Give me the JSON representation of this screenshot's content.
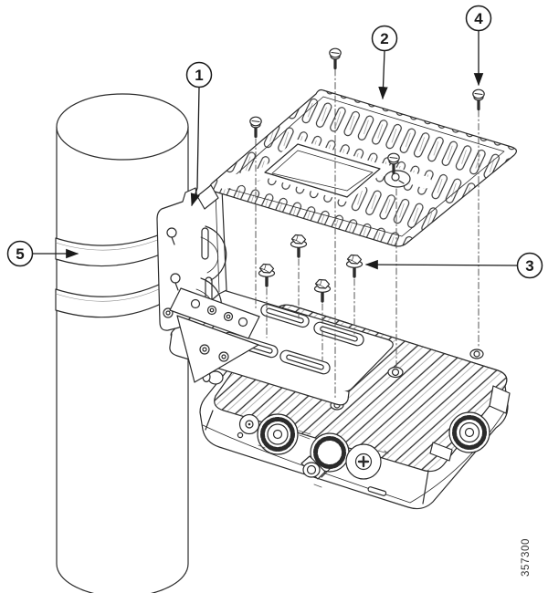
{
  "figure_number": "357300",
  "callouts": [
    {
      "num": "1",
      "part": "pole-mount-bracket"
    },
    {
      "num": "2",
      "part": "adapter-mounting-plate"
    },
    {
      "num": "3",
      "part": "hex-flange-bolt"
    },
    {
      "num": "4",
      "part": "machine-screw"
    },
    {
      "num": "5",
      "part": "metal-band-strap"
    }
  ],
  "colors": {
    "line": "#2b2b2b",
    "dash_line": "#555555",
    "background": "#ffffff"
  }
}
